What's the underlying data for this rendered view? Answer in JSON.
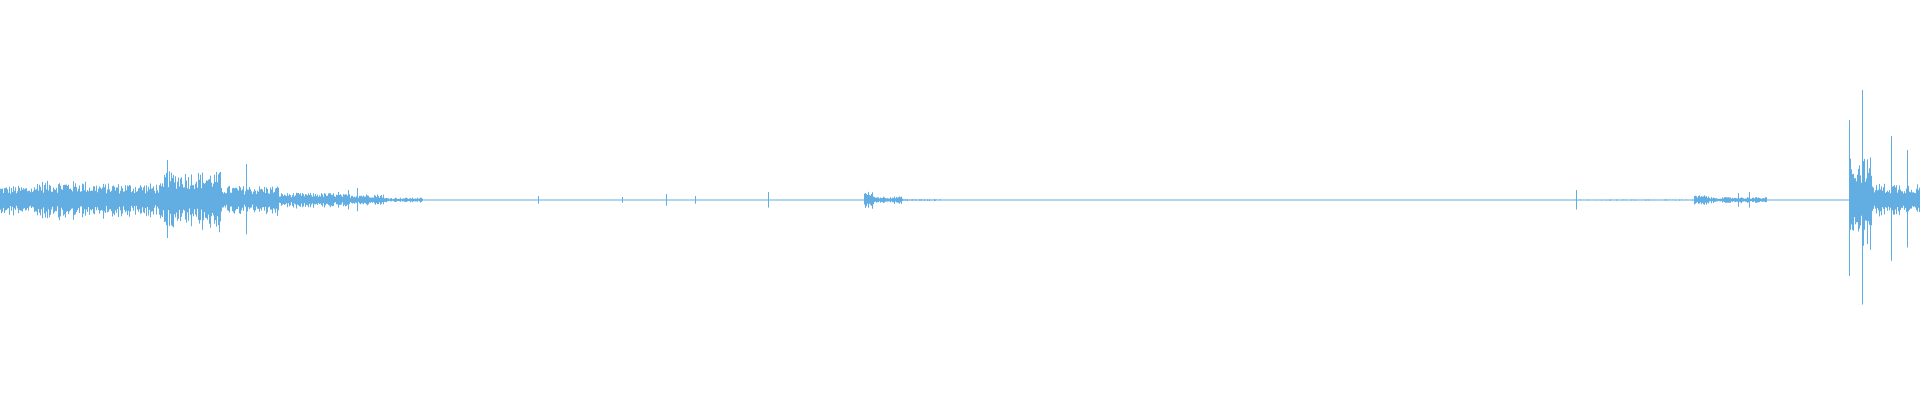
{
  "waveform": {
    "color": "#62aee3",
    "background": "#ffffff",
    "duration_fraction_segments": [
      {
        "start": 0.0,
        "end": 0.02,
        "amp": 0.06
      },
      {
        "start": 0.02,
        "end": 0.045,
        "amp": 0.08
      },
      {
        "start": 0.045,
        "end": 0.085,
        "amp": 0.07
      },
      {
        "start": 0.085,
        "end": 0.115,
        "amp": 0.12
      },
      {
        "start": 0.115,
        "end": 0.145,
        "amp": 0.06
      },
      {
        "start": 0.145,
        "end": 0.175,
        "amp": 0.03
      },
      {
        "start": 0.175,
        "end": 0.2,
        "amp": 0.025
      },
      {
        "start": 0.2,
        "end": 0.22,
        "amp": 0.01
      },
      {
        "start": 0.22,
        "end": 0.45,
        "amp": 0.002
      },
      {
        "start": 0.45,
        "end": 0.455,
        "amp": 0.035
      },
      {
        "start": 0.455,
        "end": 0.47,
        "amp": 0.015
      },
      {
        "start": 0.47,
        "end": 0.49,
        "amp": 0.004
      },
      {
        "start": 0.49,
        "end": 0.82,
        "amp": 0.002
      },
      {
        "start": 0.82,
        "end": 0.882,
        "amp": 0.003
      },
      {
        "start": 0.882,
        "end": 0.89,
        "amp": 0.02
      },
      {
        "start": 0.89,
        "end": 0.92,
        "amp": 0.012
      },
      {
        "start": 0.92,
        "end": 0.963,
        "amp": 0.002
      },
      {
        "start": 0.963,
        "end": 0.975,
        "amp": 0.18
      },
      {
        "start": 0.975,
        "end": 1.0,
        "amp": 0.07
      }
    ],
    "spikes": [
      {
        "t": 0.0195,
        "amp": 0.08
      },
      {
        "t": 0.087,
        "amp": 0.2
      },
      {
        "t": 0.115,
        "amp": 0.06
      },
      {
        "t": 0.128,
        "amp": 0.18
      },
      {
        "t": 0.176,
        "amp": 0.04
      },
      {
        "t": 0.181,
        "amp": 0.05
      },
      {
        "t": 0.186,
        "amp": 0.06
      },
      {
        "t": 0.28,
        "amp": 0.02
      },
      {
        "t": 0.324,
        "amp": 0.015
      },
      {
        "t": 0.347,
        "amp": 0.03
      },
      {
        "t": 0.362,
        "amp": 0.02
      },
      {
        "t": 0.4,
        "amp": 0.04
      },
      {
        "t": 0.821,
        "amp": 0.05
      },
      {
        "t": 0.905,
        "amp": 0.035
      },
      {
        "t": 0.911,
        "amp": 0.04
      },
      {
        "t": 0.963,
        "amp": 0.4
      },
      {
        "t": 0.97,
        "amp": 0.55
      },
      {
        "t": 0.985,
        "amp": 0.32
      },
      {
        "t": 0.993,
        "amp": 0.25
      }
    ]
  }
}
